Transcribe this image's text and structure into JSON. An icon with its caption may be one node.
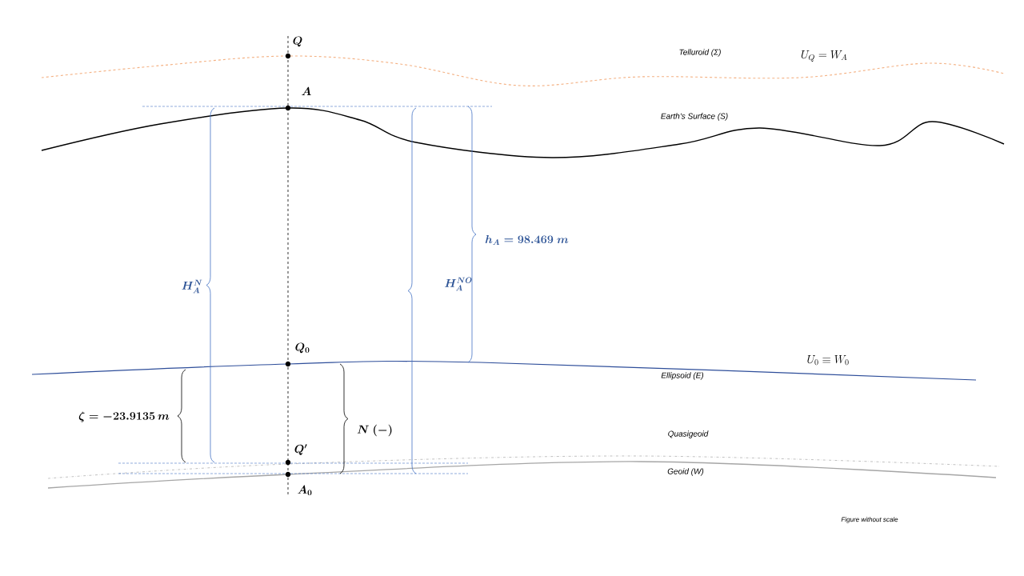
{
  "diagram": {
    "labels": [
      "Q",
      "Telluroid (Σ)",
      "U_Q = W_A",
      "A",
      "Earth’s Surface (S)",
      "h_A = 98.469\\ m",
      "H_A^N",
      "H_A^{NO}",
      "Q_0",
      "Ellipsoid (E)",
      "U_0 \\equiv W_0",
      "\\zeta = -23.9135\\, m",
      "N\\ (-)",
      "Quasigeoid",
      "Q'",
      "Geoid (W)",
      "A_0",
      "Figure without scale"
    ]
  }
}
